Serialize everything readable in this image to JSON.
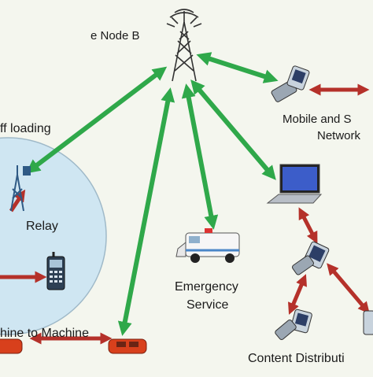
{
  "labels": {
    "enodeb": "e Node B",
    "offloading": "ff loading",
    "relay": "Relay",
    "mobile_line1": "Mobile and S",
    "mobile_line2": "Network",
    "emergency_line1": "Emergency",
    "emergency_line2": "Service",
    "m2m": "hine to Machine",
    "content": "Content Distributi"
  },
  "colors": {
    "background": "#f4f6ee",
    "green_arrow": "#2fa84a",
    "red_arrow": "#b5312a",
    "relay_circle": "#cfe6f2",
    "car": "#d8401c"
  },
  "icons": [
    "antenna-tower-icon",
    "relay-tower-icon",
    "phone-icon",
    "laptop-icon",
    "ambulance-icon",
    "car-icon",
    "flip-phone-icon"
  ]
}
